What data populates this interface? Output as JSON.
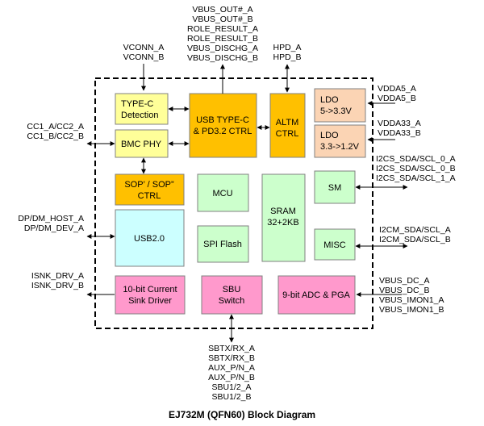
{
  "colors": {
    "yellow": "#FFFF99",
    "orange": "#FFC000",
    "peach": "#FBD4B4",
    "green": "#CCFFCC",
    "cyan": "#CCFFFF",
    "pink": "#FF99CC"
  },
  "blocks": {
    "typec_detection": [
      "TYPE-C",
      "Detection"
    ],
    "bmc_phy": [
      "BMC PHY"
    ],
    "sop_ctrl": [
      "SOP’ / SOP”",
      "CTRL"
    ],
    "usb_typec_ctrl": [
      "USB TYPE-C",
      "& PD3.2 CTRL"
    ],
    "altm_ctrl": [
      "ALTM",
      "CTRL"
    ],
    "ldo_5": [
      "LDO",
      "5->3.3V"
    ],
    "ldo_33": [
      "LDO",
      "3.3->1.2V"
    ],
    "mcu": [
      "MCU"
    ],
    "spi_flash": [
      "SPI Flash"
    ],
    "sram": [
      "SRAM",
      "32+2KB"
    ],
    "sm": [
      "SM"
    ],
    "misc": [
      "MISC"
    ],
    "usb20": [
      "USB2.0"
    ],
    "sink_driver": [
      "10-bit Current",
      "Sink Driver"
    ],
    "sbu_switch": [
      "SBU",
      "Switch"
    ],
    "adc_pga": [
      "9-bit ADC & PGA"
    ]
  },
  "signals": {
    "top_vbus": [
      "VBUS_OUT#_A",
      "VBUS_OUT#_B",
      "ROLE_RESULT_A",
      "ROLE_RESULT_B",
      "VBUS_DISCHG_A",
      "VBUS_DISCHG_B"
    ],
    "vconn": [
      "VCONN_A",
      "VCONN_B"
    ],
    "hpd": [
      "HPD_A",
      "HPD_B"
    ],
    "vdda5": [
      "VDDA5_A",
      "VDDA5_B"
    ],
    "vdda33": [
      "VDDA33_A",
      "VDDA33_B"
    ],
    "cc": [
      "CC1_A/CC2_A",
      "CC1_B/CC2_B"
    ],
    "i2cs": [
      "I2CS_SDA/SCL_0_A",
      "I2CS_SDA/SCL_0_B",
      "I2CS_SDA/SCL_1_A"
    ],
    "dpdm": [
      "DP/DM_HOST_A",
      "DP/DM_DEV_A"
    ],
    "i2cm": [
      "I2CM_SDA/SCL_A",
      "I2CM_SDA/SCL_B"
    ],
    "isnk": [
      "ISNK_DRV_A",
      "ISNK_DRV_B"
    ],
    "vbus_adc": [
      "VBUS_DC_A",
      "VBUS_DC_B",
      "VBUS_IMON1_A",
      "VBUS_IMON1_B"
    ],
    "bottom": [
      "SBTX/RX_A",
      "SBTX/RX_B",
      "AUX_P/N_A",
      "AUX_P/N_B",
      "SBU1/2_A",
      "SBU1/2_B"
    ]
  },
  "caption": "EJ732M (QFN60) Block Diagram"
}
